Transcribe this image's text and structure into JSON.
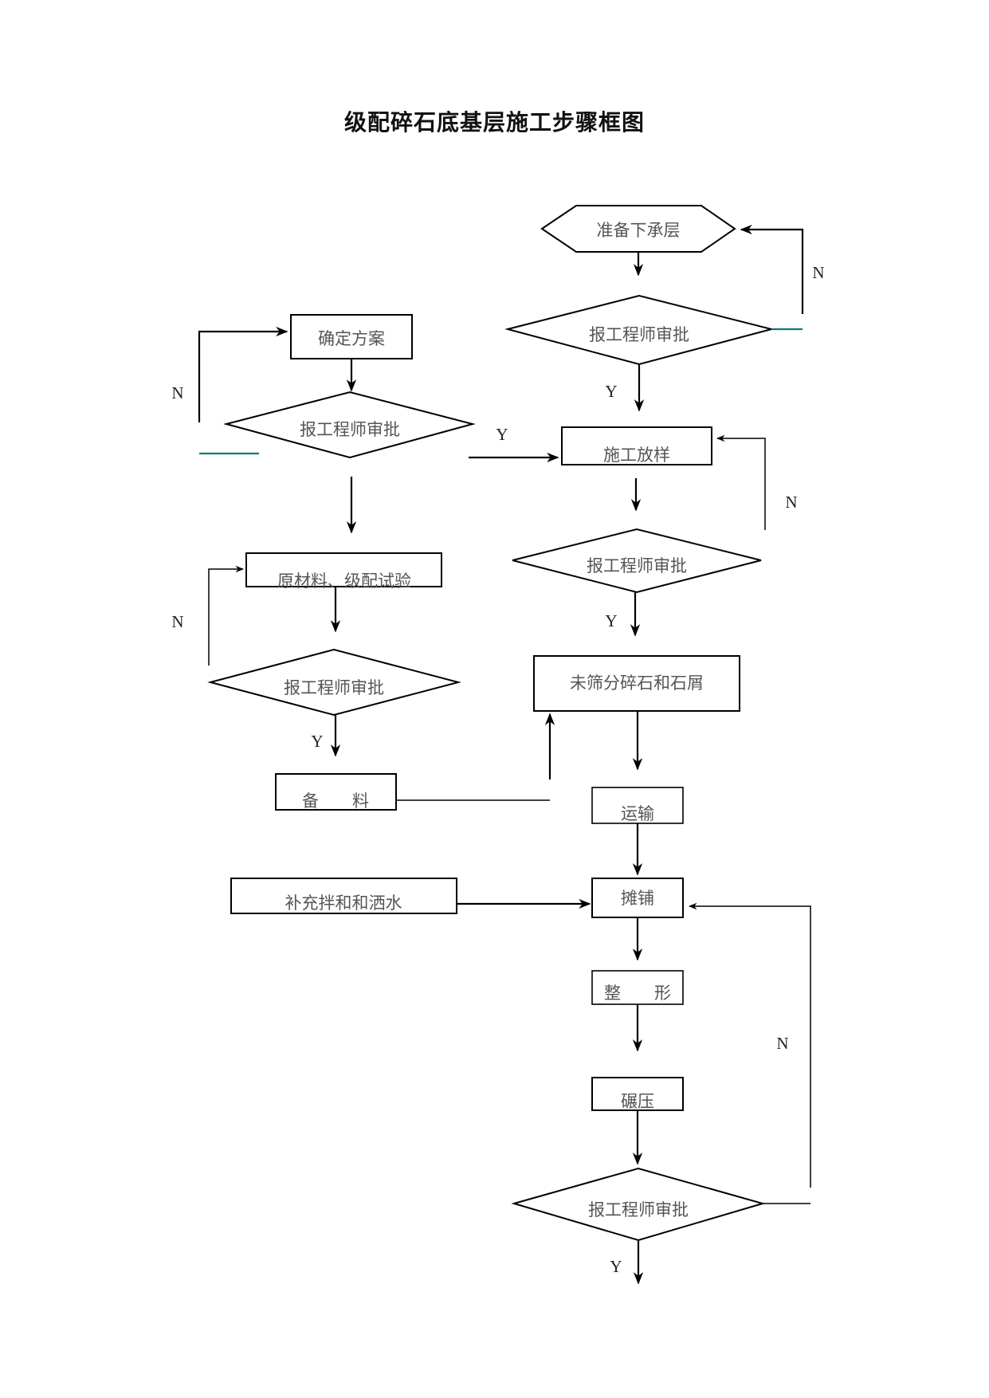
{
  "title": "级配碎石底基层施工步骤框图",
  "colors": {
    "stroke": "#000000",
    "label_text": "#555555",
    "accent_line": "#0e7a72"
  },
  "nodes": {
    "prepare_sublayer": {
      "type": "hexagon",
      "label": "准备下承层"
    },
    "approve_right_1": {
      "type": "decision",
      "label": "报工程师审批"
    },
    "determine_plan": {
      "type": "process",
      "label": "确定方案"
    },
    "approve_left_1": {
      "type": "decision",
      "label": "报工程师审批"
    },
    "construction_layout": {
      "type": "process",
      "label": "施工放样"
    },
    "approve_right_2": {
      "type": "decision",
      "label": "报工程师审批"
    },
    "material_grading_test": {
      "type": "process",
      "label": "原材料、级配试验"
    },
    "approve_left_2": {
      "type": "decision",
      "label": "报工程师审批"
    },
    "unscreened_gravel": {
      "type": "process",
      "label": "未筛分碎石和石屑"
    },
    "stockpile": {
      "type": "process",
      "label": "备　　料"
    },
    "transport": {
      "type": "process",
      "label": "运输"
    },
    "supplement_mixing": {
      "type": "process",
      "label": "补充拌和和洒水"
    },
    "spreading": {
      "type": "process",
      "label": "摊铺"
    },
    "shaping": {
      "type": "process",
      "label": "整　　形"
    },
    "rolling": {
      "type": "process",
      "label": "碾压"
    },
    "approve_final": {
      "type": "decision",
      "label": "报工程师审批"
    }
  },
  "edge_labels": {
    "right1_no": "N",
    "right1_yes": "Y",
    "left1_no": "N",
    "left1_yes": "Y",
    "right2_no": "N",
    "right2_yes": "Y",
    "left2_no": "N",
    "left2_yes": "Y",
    "final_no": "N",
    "final_yes": "Y"
  }
}
